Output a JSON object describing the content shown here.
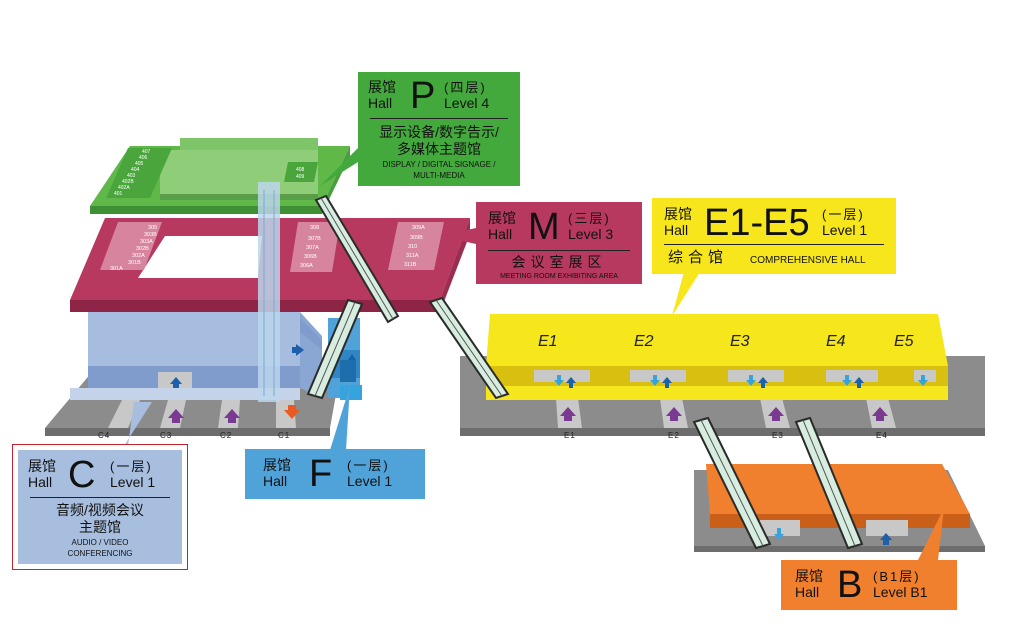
{
  "labels": {
    "hall_p": {
      "zh": "展馆",
      "hall": "Hall",
      "letter": "P",
      "level_zh": "(四层)",
      "level_en": "Level 4",
      "desc_cn_1": "显示设备/数字告示/",
      "desc_cn_2": "多媒体主题馆",
      "desc_en_1": "DISPLAY / DIGITAL SIGNAGE /",
      "desc_en_2": "MULTI-MEDIA",
      "color": "#43a93c"
    },
    "hall_m": {
      "zh": "展馆",
      "hall": "Hall",
      "letter": "M",
      "level_zh": "(三层)",
      "level_en": "Level 3",
      "desc_cn": "会议室展区",
      "desc_en": "MEETING ROOM EXHIBITING AREA",
      "color": "#b7395f"
    },
    "hall_e": {
      "zh": "展馆",
      "hall": "Hall",
      "letter": "E1-E5",
      "level_zh": "(一层)",
      "level_en": "Level 1",
      "desc_cn": "综合馆",
      "desc_en": "COMPREHENSIVE HALL",
      "color": "#f7e61b"
    },
    "hall_c": {
      "zh": "展馆",
      "hall": "Hall",
      "letter": "C",
      "level_zh": "(一层)",
      "level_en": "Level 1",
      "desc_cn_1": "音频/视频会议",
      "desc_cn_2": "主题馆",
      "desc_en_1": "AUDIO / VIDEO",
      "desc_en_2": "CONFERENCING",
      "color": "#a8bedf",
      "border": "#c0272d"
    },
    "hall_f": {
      "zh": "展馆",
      "hall": "Hall",
      "letter": "F",
      "level_zh": "(一层)",
      "level_en": "Level 1",
      "color": "#4fa3d9"
    },
    "hall_b": {
      "zh": "展馆",
      "hall": "Hall",
      "letter": "B",
      "level_zh": "(B1层)",
      "level_en": "Level B1",
      "color": "#f07f2e"
    }
  },
  "rooms": {
    "p_rooms": [
      "407",
      "406",
      "405",
      "404",
      "403",
      "402B",
      "402A",
      "401"
    ],
    "p_rooms_right": [
      "408",
      "409"
    ],
    "m_left": [
      "305",
      "303B",
      "303A",
      "302B",
      "302A",
      "301B",
      "301A"
    ],
    "m_center": [
      "308",
      "307B",
      "307A",
      "306B",
      "306A"
    ],
    "m_right": [
      "309A",
      "309B",
      "310",
      "311A",
      "311B"
    ]
  },
  "zones": {
    "e_halls": [
      "E1",
      "E2",
      "E3",
      "E4",
      "E5"
    ]
  },
  "entrances": {
    "c": [
      "C4",
      "C3",
      "C2",
      "C1"
    ],
    "e": [
      "E1",
      "E2",
      "E3",
      "E4"
    ]
  },
  "colors": {
    "green": "#5fb848",
    "green_dark": "#3f8f34",
    "magenta": "#b7395f",
    "magenta_dark": "#8e2547",
    "light_blue": "#a7bde0",
    "blue_dark": "#7f9ccc",
    "yellow": "#f6e61c",
    "yellow_dark": "#d9bf10",
    "orange": "#f07f2e",
    "orange_dark": "#c95f18",
    "grey": "#8c8c8c",
    "grey_light": "#c8c8c8",
    "arrow_blue": "#1d5fa8",
    "arrow_cyan": "#36a3dc",
    "arrow_purple": "#7b3a91",
    "arrow_orange": "#e85a22"
  }
}
